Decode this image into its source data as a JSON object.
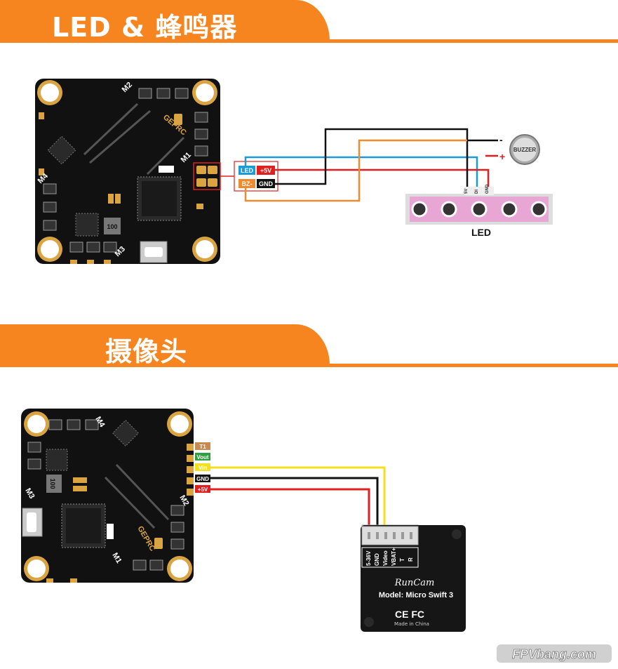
{
  "sections": {
    "led": {
      "title": "LED & 蜂鸣器"
    },
    "camera": {
      "title": "摄像头"
    }
  },
  "led_diagram": {
    "fc_silkscreen": {
      "brand": "GEPRC",
      "motors": [
        "M1",
        "M2",
        "M3",
        "M4"
      ],
      "cap_value": "100"
    },
    "pad_labels": {
      "led": "LED",
      "plus5v": "+5V",
      "bz": "BZ-",
      "gnd": "GND"
    },
    "buzzer": {
      "label": "BUZZER",
      "minus": "-",
      "plus": "+"
    },
    "led_strip": {
      "label": "LED",
      "pins": [
        "5V",
        "DI",
        "GND"
      ]
    }
  },
  "camera_diagram": {
    "fc_silkscreen": {
      "brand": "GEPRC",
      "motors": [
        "M1",
        "M2",
        "M3",
        "M4"
      ],
      "cap_value": "100"
    },
    "pad_labels": {
      "t1": "T1",
      "vout": "Vout",
      "vin": "Vin",
      "gnd": "GND",
      "plus5v": "+5V"
    },
    "camera": {
      "pins": [
        "5-36V",
        "GND",
        "Video",
        "VBAT+",
        "T",
        "R"
      ],
      "brand": "RunCam",
      "model": "Model: Micro Swift 3",
      "marks": "CE FC",
      "made_in": "Made in China"
    }
  },
  "watermark": "FPVbang.com",
  "colors": {
    "accent": "#f6851f",
    "board": "#111111",
    "pad_gold": "#d9a441",
    "wire_black": "#000000",
    "wire_red": "#e02020",
    "wire_blue": "#1e9ad6",
    "wire_orange": "#f08a30",
    "wire_yellow": "#f5e020",
    "led_pink": "#e8a6d4"
  }
}
